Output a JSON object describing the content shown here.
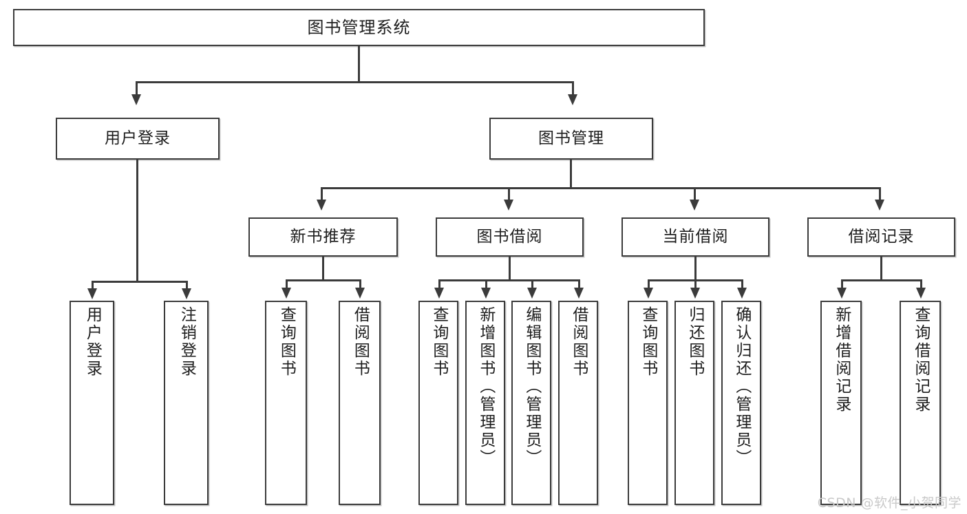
{
  "diagram": {
    "title": "图书管理系统",
    "type": "功能结构图",
    "root": {
      "label": "图书管理系统"
    },
    "level2": [
      {
        "label": "用户登录"
      },
      {
        "label": "图书管理"
      }
    ],
    "level3": [
      {
        "label": "新书推荐"
      },
      {
        "label": "图书借阅"
      },
      {
        "label": "当前借阅"
      },
      {
        "label": "借阅记录"
      }
    ],
    "leaves": {
      "user_login": [
        {
          "label": "用户登录"
        },
        {
          "label": "注销登录"
        }
      ],
      "new_book_recommend": [
        {
          "label": "查询图书"
        },
        {
          "label": "借阅图书"
        }
      ],
      "book_borrow": [
        {
          "label": "查询图书"
        },
        {
          "label": "新增图书（管理员）"
        },
        {
          "label": "编辑图书（管理员）"
        },
        {
          "label": "借阅图书"
        }
      ],
      "current_borrow": [
        {
          "label": "查询图书"
        },
        {
          "label": "归还图书"
        },
        {
          "label": "确认归还（管理员）"
        }
      ],
      "borrow_record": [
        {
          "label": "新增借阅记录"
        },
        {
          "label": "查询借阅记录"
        }
      ]
    }
  },
  "watermark": {
    "text": "CSDN @软件_小贺同学"
  },
  "colors": {
    "stroke": "#3b3b3b",
    "text": "#1d1d1d",
    "background": "#ffffff",
    "watermark": "#c9c9c9"
  }
}
